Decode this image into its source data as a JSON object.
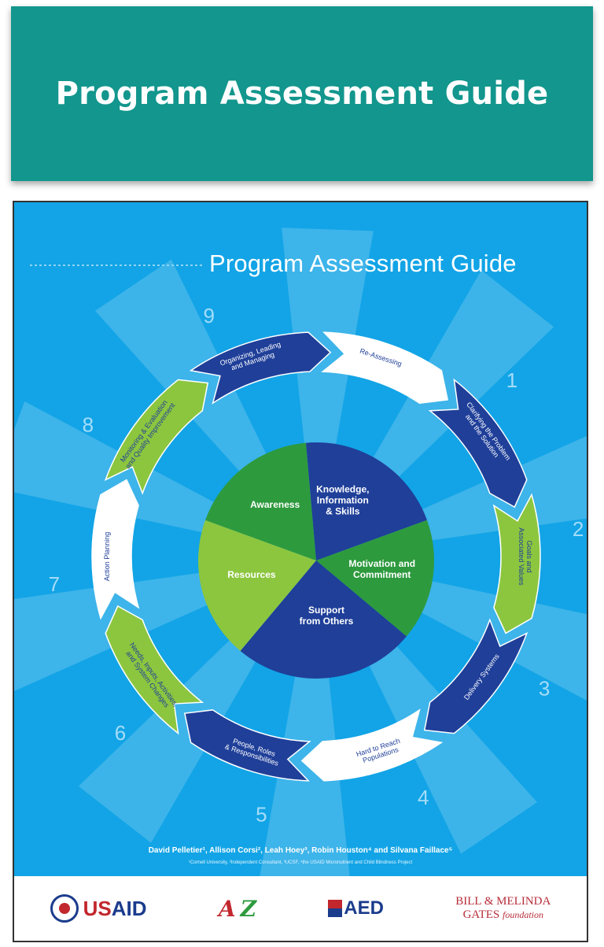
{
  "banner": {
    "title": "Program Assessment Guide"
  },
  "cover": {
    "title": "Program Assessment Guide",
    "steps": [
      {
        "num": "1",
        "label_lines": [
          "Clarifying the Problem",
          "and the Solution"
        ]
      },
      {
        "num": "2",
        "label_lines": [
          "Goals and",
          "Associated Values"
        ]
      },
      {
        "num": "3",
        "label_lines": [
          "Delivery Systems"
        ]
      },
      {
        "num": "4",
        "label_lines": [
          "Hard to Reach",
          "Populations"
        ]
      },
      {
        "num": "5",
        "label_lines": [
          "People, Roles",
          "& Responsibilities"
        ]
      },
      {
        "num": "6",
        "label_lines": [
          "Needs, Inputs, Activities,",
          "and System Changes"
        ]
      },
      {
        "num": "7",
        "label_lines": [
          "Action Planning"
        ]
      },
      {
        "num": "8",
        "label_lines": [
          "Monitoring & Evaluation",
          "and Quality Improvement"
        ]
      },
      {
        "num": "9",
        "label_lines": [
          "Organizing, Leading",
          "and Managing"
        ]
      },
      {
        "num": "",
        "label_lines": [
          "Re-Assessing"
        ]
      }
    ],
    "pie": [
      {
        "label_lines": [
          "Knowledge,",
          "Information",
          "& Skills"
        ]
      },
      {
        "label_lines": [
          "Motivation and",
          "Commitment"
        ]
      },
      {
        "label_lines": [
          "Support",
          "from Others"
        ]
      },
      {
        "label_lines": [
          "Resources"
        ]
      },
      {
        "label_lines": [
          "Awareness"
        ]
      }
    ],
    "authors": "David Pelletier¹, Allison Corsi², Leah Hoey³, Robin Houston⁴ and Silvana Faillace⁵",
    "affiliations": "¹Cornell University, ²Independent Consultant, ³UCSF, ⁴the USAID Micronutrient and Child Blindness Project",
    "logos": {
      "usaid_prefix": "US",
      "usaid_suffix": "AID",
      "az_a": "A",
      "az_z": "Z",
      "aed": "AED",
      "gates_line1": "BILL & MELINDA",
      "gates_line2": "GATES",
      "gates_line3": "foundation"
    }
  },
  "colors": {
    "banner": "#12968d",
    "cover_bg": "#12a4e6",
    "dark_blue": "#1f3f99",
    "green": "#8cc63f",
    "dark_green": "#2e9a3e"
  }
}
